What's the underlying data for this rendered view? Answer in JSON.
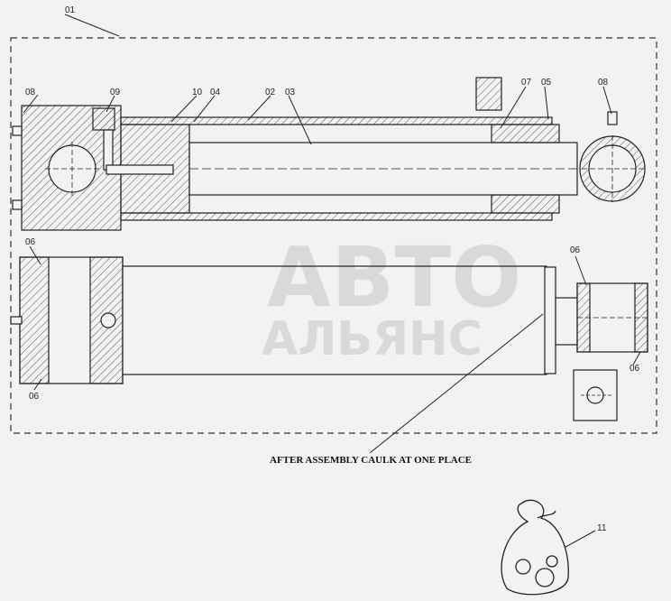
{
  "callouts": {
    "c01": "01",
    "c08a": "08",
    "c09": "09",
    "c10": "10",
    "c04": "04",
    "c02": "02",
    "c03": "03",
    "c07": "07",
    "c05": "05",
    "c08b": "08",
    "c06a": "06",
    "c06b": "06",
    "c06c": "06",
    "c06d": "06",
    "c11": "11"
  },
  "note": "AFTER ASSEMBLY CAULK AT ONE PLACE",
  "watermark": {
    "line1": "АВТО",
    "line2": "АЛЬЯНС"
  },
  "colors": {
    "ink": "#222222",
    "paper": "#f2f2f2",
    "hatch": "#555555",
    "watermark": "#000000"
  }
}
